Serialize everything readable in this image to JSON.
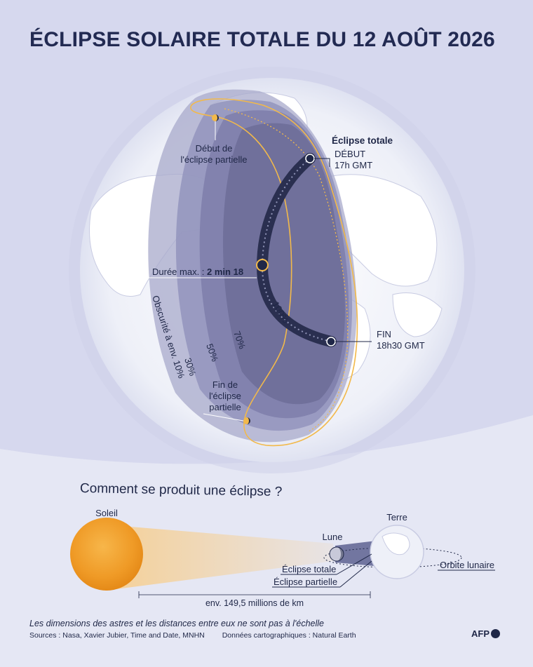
{
  "title": "ÉCLIPSE SOLAIRE TOTALE DU 12 AOÛT 2026",
  "map": {
    "partial_start": {
      "line1": "Début de",
      "line2": "l'éclipse partielle"
    },
    "total": {
      "heading": "Éclipse totale",
      "start_label": "DÉBUT",
      "start_time": "17h GMT",
      "end_label": "FIN",
      "end_time": "18h30 GMT"
    },
    "max_duration": {
      "label": "Durée max. : ",
      "value": "2 min 18"
    },
    "partial_end": {
      "line1": "Fin de",
      "line2": "l'éclipse",
      "line3": "partielle"
    },
    "obscurity": {
      "label_10": "Obscurité à env. 10%",
      "label_30": "30%",
      "label_50": "50%",
      "label_70": "70%",
      "label_100": "100%"
    }
  },
  "explainer": {
    "title": "Comment se produit une éclipse ?",
    "sun": "Soleil",
    "moon": "Lune",
    "earth": "Terre",
    "total": "Éclipse totale",
    "partial": "Éclipse partielle",
    "orbit": "Orbite lunaire",
    "distance": "env. 149,5 millions de km"
  },
  "footer": {
    "note": "Les dimensions des astres et les distances entre eux ne sont pas à l'échelle",
    "sources": "Sources : Nasa, Xavier Jubier, Time and Date, MNHN",
    "map_data": "Données cartographiques : Natural Earth",
    "logo": "AFP"
  },
  "colors": {
    "background": "#d6d8ee",
    "title": "#222a52",
    "path": "#2a2f50",
    "partial_outline": "#f2b94a",
    "sun": "#f0a12a",
    "shade": "#6f6f9a"
  }
}
